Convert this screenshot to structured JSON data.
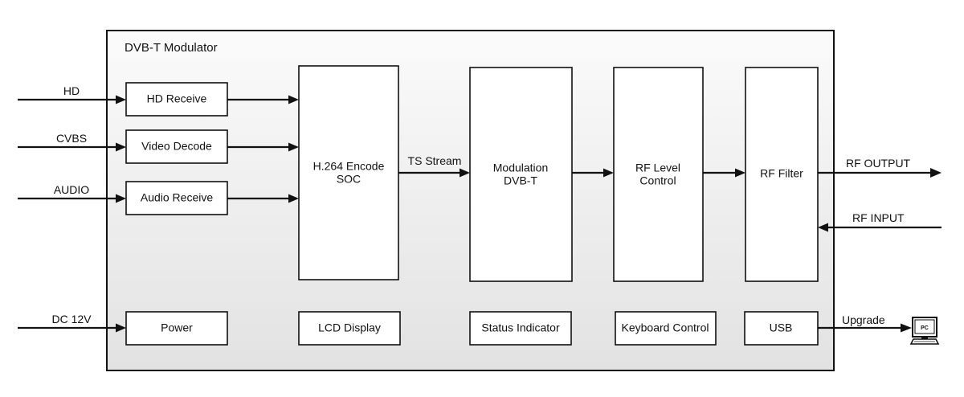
{
  "diagram": {
    "title": "DVB-T Modulator",
    "blocks": {
      "hd_receive": "HD Receive",
      "video_decode": "Video Decode",
      "audio_receive": "Audio Receive",
      "encoder_line1": "H.264 Encode",
      "encoder_line2": "SOC",
      "modulation_line1": "Modulation",
      "modulation_line2": "DVB-T",
      "rf_level_line1": "RF Level",
      "rf_level_line2": "Control",
      "rf_filter": "RF Filter",
      "power": "Power",
      "lcd_display": "LCD Display",
      "status_indicator": "Status Indicator",
      "keyboard_control": "Keyboard Control",
      "usb": "USB"
    },
    "signals": {
      "hd": "HD",
      "cvbs": "CVBS",
      "audio": "AUDIO",
      "dc": "DC 12V",
      "ts_stream": "TS Stream",
      "rf_output": "RF OUTPUT",
      "rf_input": "RF INPUT",
      "upgrade": "Upgrade",
      "pc": "PC"
    }
  }
}
